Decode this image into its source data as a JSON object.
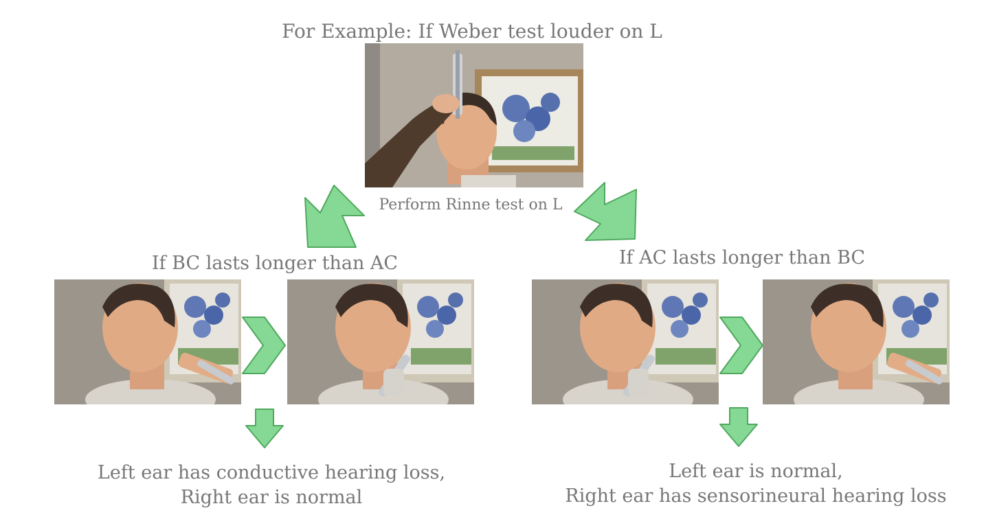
{
  "title": "For Example: If Weber test louder on L",
  "step": "Perform Rinne test on L",
  "branches": [
    {
      "condition": "If BC lasts longer than AC",
      "conclusion_line1": "Left ear has conductive hearing loss,",
      "conclusion_line2": "Right ear is normal"
    },
    {
      "condition": "If AC lasts longer than BC",
      "conclusion_line1": "Left ear is normal,",
      "conclusion_line2": "Right ear has sensorineural hearing loss"
    }
  ],
  "colors": {
    "arrow_fill": "#86d994",
    "arrow_stroke": "#4fa85e",
    "text": "#777777"
  }
}
